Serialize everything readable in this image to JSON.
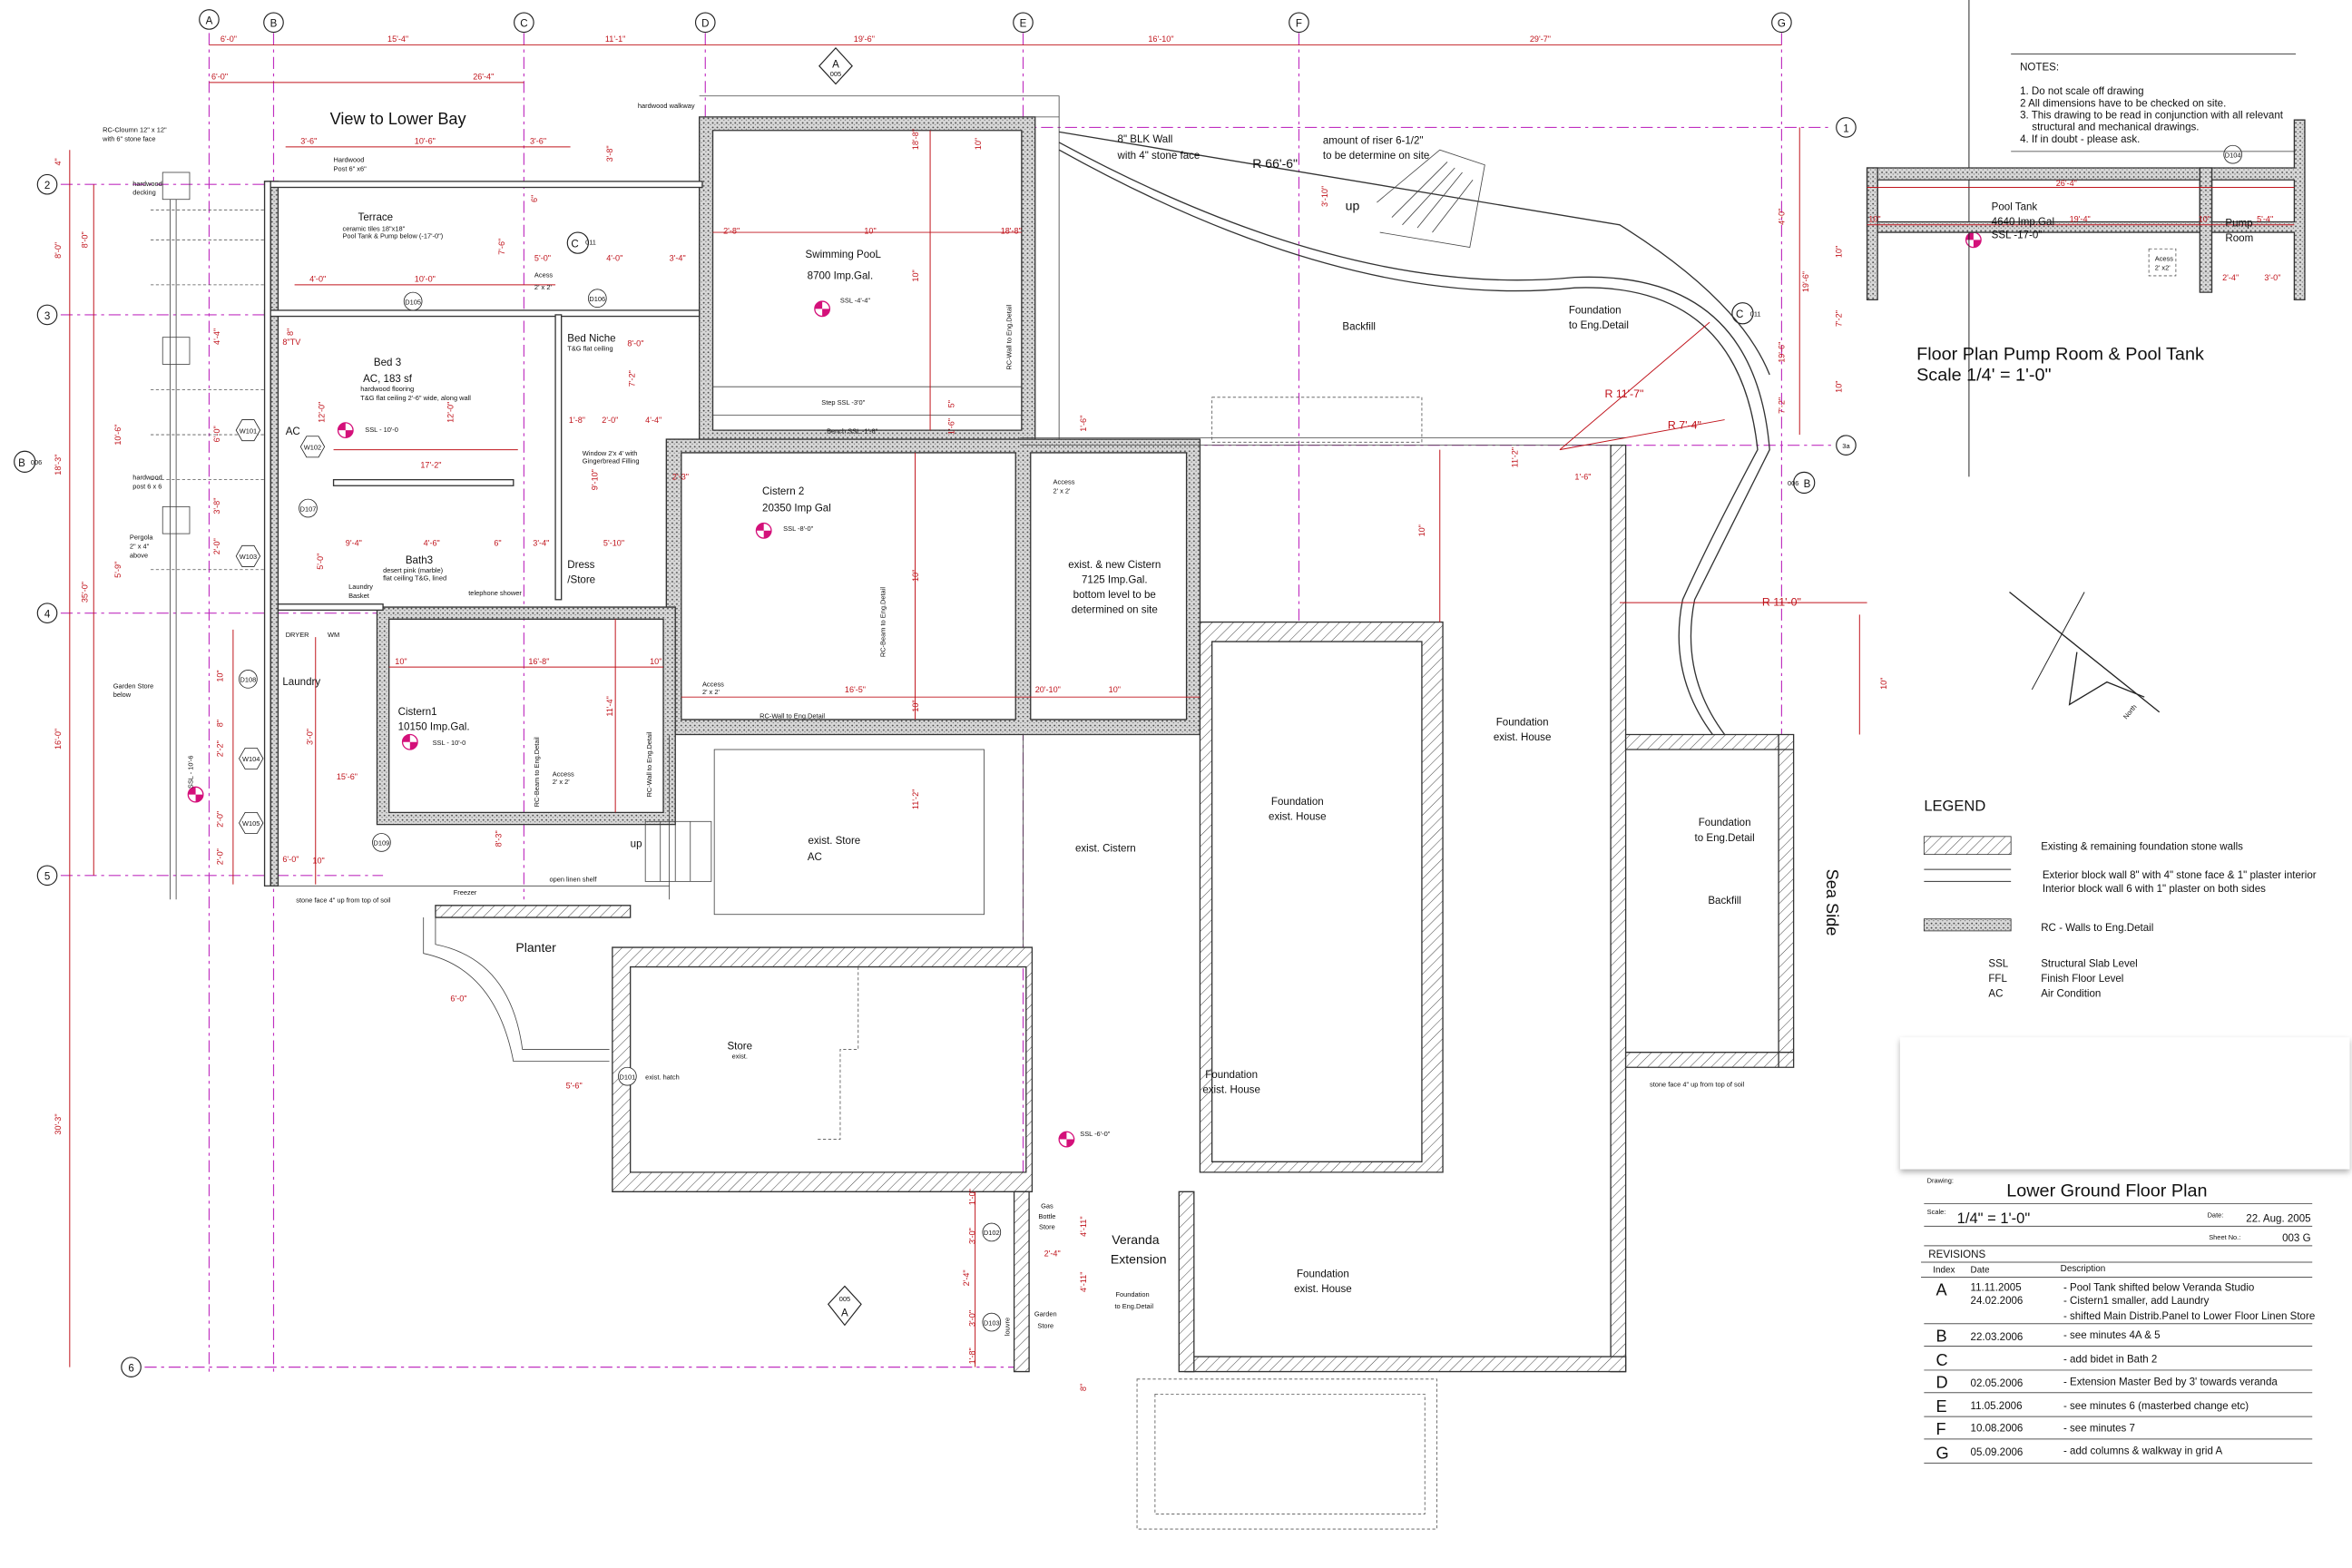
{
  "grid": {
    "columns": [
      "A",
      "B",
      "C",
      "D",
      "E",
      "F",
      "G"
    ],
    "rows": [
      "1",
      "2",
      "3",
      "3a",
      "4",
      "5",
      "6",
      "B"
    ],
    "top_dims": [
      "6'-0\"",
      "15'-4\"",
      "11'-1\"",
      "19'-6\"",
      "16'-10\"",
      "29'-7\""
    ],
    "second_dims": [
      "6'-0\"",
      "26'-4\""
    ],
    "left_dims": [
      "4\"",
      "8'-0\"",
      "18'-3\"",
      "35'-0\"",
      "16'-0\"",
      "30'-3\"",
      "8'-0\"",
      "10'-6\"",
      "5'-9\""
    ]
  },
  "sections": {
    "a_top": {
      "letter": "A",
      "ref": "005"
    },
    "a_bottom": {
      "letter": "A",
      "ref": "005"
    },
    "c_top": {
      "letter": "C",
      "ref": "011"
    },
    "c_right": {
      "letter": "C",
      "ref": "011"
    },
    "b_left": {
      "letter": "B",
      "ref": "006"
    },
    "b_right": {
      "letter": "B",
      "ref": "006"
    }
  },
  "doors": [
    "D101",
    "D102",
    "D103",
    "D105",
    "D106",
    "D107",
    "D108",
    "D109"
  ],
  "windows": [
    "W101",
    "W102",
    "W103",
    "W104",
    "W105"
  ],
  "plan": {
    "view_title": "View to Lower Bay",
    "column_note": [
      "RC-Cloumn 12\" x 12\"",
      "with 6\" stone face"
    ],
    "hardwood_walkway": "hardwood walkway",
    "hardwood_post": [
      "Hardwood",
      "Post 6\" x6\""
    ],
    "hardwood_decking": [
      "hardwood",
      "decking"
    ],
    "hardwood_post_small": [
      "hardwood",
      "post 6 x 6"
    ],
    "pergola": [
      "Pergola",
      "2\" x 4\"",
      "above"
    ],
    "terrace": {
      "name": "Terrace",
      "line1": "ceramic tiles 18\"x18\"",
      "line2": "Pool Tank & Pump below (-17'-0\")"
    },
    "access_terrace": [
      "Acess",
      "2' x 2'"
    ],
    "bed3": {
      "name": "Bed 3",
      "line1": "AC,  183 sf",
      "line2": "hardwood flooring",
      "line3": "T&G flat ceiling 2'-6\" wide, along wall",
      "ssl": "SSL - 10'-0",
      "tv": "8\"TV",
      "ac": "AC"
    },
    "bed_niche": {
      "name": "Bed Niche",
      "sub": "T&G flat ceiling"
    },
    "window_note": [
      "Window 2'x 4' with",
      "Gingerbread Filling"
    ],
    "bath3": {
      "name": "Bath3",
      "line1": "desert pink (marble)",
      "line2": "flat ceiling T&G, lined",
      "basket": [
        "Laundry",
        "Basket"
      ],
      "shower": "telephone shower"
    },
    "dress": [
      "Dress",
      "/Store"
    ],
    "laundry": {
      "name": "Laundry",
      "dryer": "DRYER",
      "wm": "WM"
    },
    "garden_store_below": [
      "Garden Store",
      "below"
    ],
    "cistern1": {
      "name": "Cistern1",
      "cap": "10150 Imp.Gal.",
      "ssl": "SSL - 10'-0",
      "beam": "RC-Beam to Eng.Detail",
      "wall": "RC-Wall to Eng.Detail",
      "access": [
        "Access",
        "2' x 2'"
      ]
    },
    "pool": {
      "name": "Swimming PooL",
      "cap": "8700 Imp.Gal.",
      "ssl": "SSL -4'-4\"",
      "step": "Step SSL -3'0\"",
      "bench": "Bench SSL -1'-8\"",
      "wall": "RC-Wall to Eng.Detail"
    },
    "cistern2": {
      "name": "Cistern 2",
      "cap": "20350 Imp Gal",
      "ssl": "SSL -8'-0\"",
      "beam": "RC-Beam to Eng.Detail",
      "wall": "RC-Wall to Eng.Detail",
      "access": [
        "Access",
        "2' x 2'"
      ]
    },
    "new_cistern": [
      "exist. & new Cistern",
      "7125 Imp.Gal.",
      "bottom level to be",
      "determined on site"
    ],
    "access_small": [
      "Access",
      "2' x 2'"
    ],
    "blk_wall": [
      "8\" BLK Wall",
      "with 4\" stone face"
    ],
    "radius_main": "R 66'-6\"",
    "riser": [
      "amount of riser 6-1/2\"",
      "to be determine on site"
    ],
    "up": "up",
    "up2": "up",
    "backfill": "Backfill",
    "foundation_eng": [
      "Foundation",
      "to Eng.Detail"
    ],
    "radii": [
      "R 11'-7\"",
      "R 7'-4\"",
      "R 11'-0\""
    ],
    "foundation_house_1": [
      "Foundation",
      "exist. House"
    ],
    "foundation_house_2": [
      "Foundation",
      "exist. House"
    ],
    "foundation_house_3": [
      "Foundation",
      "exist. House"
    ],
    "foundation_house_4": [
      "Foundation",
      "exist. House"
    ],
    "exist_store": [
      "exist. Store",
      "AC"
    ],
    "exist_cistern": "exist. Cistern",
    "foundation_right": [
      "Foundation",
      "to Eng.Detail"
    ],
    "backfill_right": "Backfill",
    "sea_side": "Sea Side",
    "planter": "Planter",
    "store": [
      "Store",
      "exist."
    ],
    "exist_hatch": "exist. hatch",
    "ssl_store": "SSL -6'-0\"",
    "gas_bottle": [
      "Gas",
      "Bottle",
      "Store"
    ],
    "veranda": [
      "Veranda",
      "Extension"
    ],
    "veranda_found": [
      "Foundation",
      "to Eng.Detail"
    ],
    "garden_store": [
      "Garden",
      "Store"
    ],
    "louvre": "louvre",
    "stone_face_left": "stone face 4\" up from top of soil",
    "stone_face_right": "stone face 4\" up from top of soil",
    "freezer": "Freezer",
    "linen": "open linen shelf",
    "ssl_left": "SSL - 10'-6",
    "north": "North",
    "dims": [
      "3'-6\"",
      "10'-6\"",
      "3'-6\"",
      "3'-8\"",
      "6\"",
      "7'-6\"",
      "5'-0\"",
      "4'-0\"",
      "3'-4\"",
      "4'-0\"",
      "10'-0\"",
      "8\"",
      "4'-4\"",
      "6'-0\"",
      "12'-0\"",
      "12'-0\"",
      "17'-2\"",
      "8'-0\"",
      "7'-2\"",
      "1'-8\"",
      "2'-0\"",
      "4'-4\"",
      "2'-3\"",
      "9'-10\"",
      "5'-10\"",
      "9'-4\"",
      "4'-6\"",
      "6\"",
      "3'-4\"",
      "5'-0\"",
      "2'-0\"",
      "3'-8\"",
      "10\"",
      "16'-8\"",
      "10\"",
      "11'-4\"",
      "10\"",
      "3'-0\"",
      "15'-6\"",
      "6'-0\"",
      "8\"",
      "2'-2\"",
      "2'-0\"",
      "2'-0\"",
      "2'-8\"",
      "10\"",
      "18'-8\"",
      "10\"",
      "18'-8\"",
      "10\"",
      "5\"",
      "1'-6\"",
      "1'-6\"",
      "10\"",
      "16'-5\"",
      "20'-10\"",
      "10\"",
      "10\"",
      "11'-2\"",
      "10\"",
      "11'-2\"",
      "1'-6\"",
      "3'-10\"",
      "4'-0\"",
      "19'-6\"",
      "7'-2\"",
      "10\"",
      "8'-3\"",
      "10\"",
      "1'-0\"",
      "2'-4\"",
      "4'-11\"",
      "4'-11\"",
      "3'-0\"",
      "2'-4\"",
      "3'-0\"",
      "1'-8\"",
      "8\"",
      "5'-6\"",
      "6'-0\""
    ]
  },
  "notes": {
    "title": "NOTES:",
    "items": [
      "1. Do not scale off drawing",
      "2 All dimensions have to be checked on site.",
      "3. This drawing to be read in conjunction with all relevant",
      "    structural and mechanical drawings.",
      "4. If in doubt - please ask."
    ]
  },
  "pump_detail": {
    "tank": [
      "Pool Tank",
      "4640 Imp.Gal",
      "SSL -17-0\""
    ],
    "pump": [
      "Pump",
      "Room"
    ],
    "door": "D104",
    "access": [
      "Acess",
      "2' x2'"
    ],
    "dims": [
      "26'-4\"",
      "10\"",
      "19'-4\"",
      "10\"",
      "5'-4\"",
      "2'-4\"",
      "3'-0\"",
      "10\"",
      "7'-2\"",
      "10\"",
      "19'-6\""
    ],
    "title": "Floor Plan Pump Room & Pool Tank",
    "scale": "Scale 1/4' = 1'-0\""
  },
  "legend": {
    "title": "LEGEND",
    "items": [
      {
        "pattern": "hatch",
        "text": [
          "Existing & remaining foundation stone walls"
        ]
      },
      {
        "pattern": "block",
        "text": [
          "Exterior block wall 8\"  with 4\" stone face & 1\" plaster interior",
          "Interior block wall 6  with 1\" plaster on both sides"
        ]
      },
      {
        "pattern": "stipple",
        "text": [
          "RC - Walls to Eng.Detail"
        ]
      }
    ],
    "abbr": [
      {
        "code": "SSL",
        "text": "Structural Slab Level"
      },
      {
        "code": "FFL",
        "text": "Finish Floor Level"
      },
      {
        "code": "AC",
        "text": "Air Condition"
      }
    ]
  },
  "title_block": {
    "drawing_label": "Drawing:",
    "drawing": "Lower Ground Floor Plan",
    "scale_label": "Scale:",
    "scale": "1/4\" = 1'-0\"",
    "date_label": "Date:",
    "date": "22. Aug. 2005",
    "sheet_label": "Sheet No.:",
    "sheet": "003 G",
    "revisions_title": "REVISIONS",
    "headers": [
      "Index",
      "Date",
      "Description"
    ],
    "revisions": [
      {
        "index": "A",
        "dates": [
          "11.11.2005",
          "24.02.2006"
        ],
        "desc": [
          "- Pool Tank shifted below Veranda Studio",
          "- Cistern1 smaller, add Laundry",
          "- shifted Main Distrib.Panel to Lower Floor Linen Store"
        ]
      },
      {
        "index": "B",
        "dates": [
          "22.03.2006"
        ],
        "desc": [
          "- see minutes 4A & 5"
        ]
      },
      {
        "index": "C",
        "dates": [
          ""
        ],
        "desc": [
          "- add bidet in Bath 2"
        ]
      },
      {
        "index": "D",
        "dates": [
          "02.05.2006"
        ],
        "desc": [
          "- Extension Master Bed by 3'  towards veranda"
        ]
      },
      {
        "index": "E",
        "dates": [
          "11.05.2006"
        ],
        "desc": [
          "-  see minutes 6 (masterbed change etc)"
        ]
      },
      {
        "index": "F",
        "dates": [
          "10.08.2006"
        ],
        "desc": [
          "-  see minutes 7"
        ]
      },
      {
        "index": "G",
        "dates": [
          "05.09.2006"
        ],
        "desc": [
          "-  add columns & walkway in grid A"
        ]
      }
    ]
  },
  "colors": {
    "dimension": "#c0141c",
    "gridline": "#c030c0",
    "level_marker": "#d4107a",
    "wall": "#333333"
  }
}
